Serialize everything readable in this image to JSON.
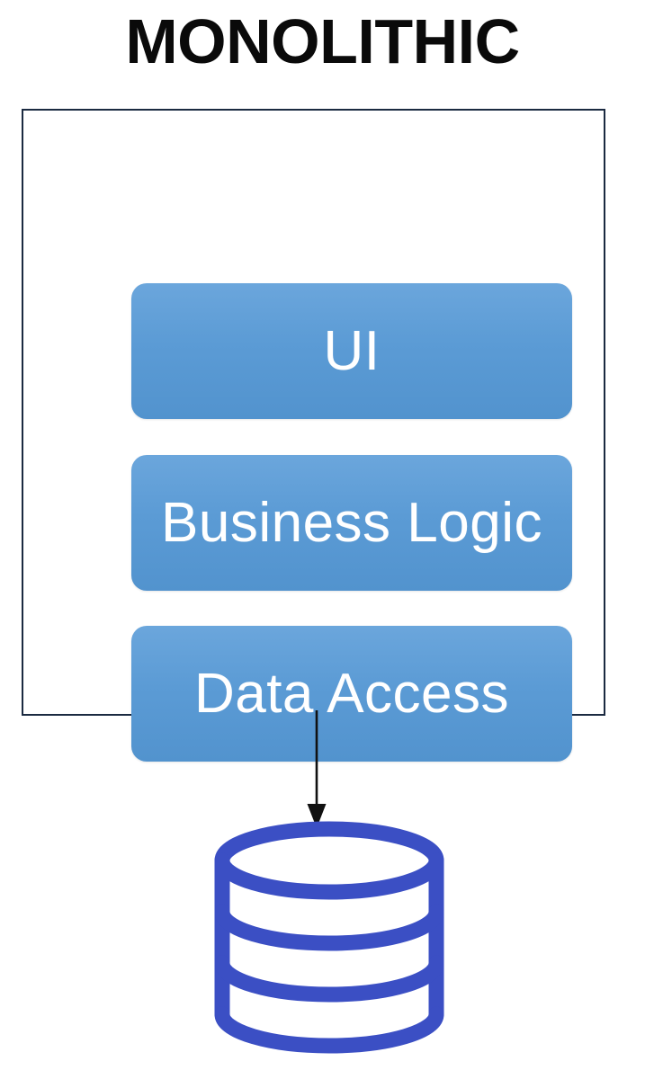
{
  "diagram": {
    "title": "MONOLITHIC",
    "type": "architecture-diagram",
    "background_color": "#ffffff",
    "title_color": "#0a0a0a"
  },
  "container": {
    "name": "monolith-boundary",
    "border_color": "#1b2a41",
    "fill_color": "#ffffff"
  },
  "layers": [
    {
      "label": "UI",
      "fill_color": "#5B9BD5",
      "text_color": "#ffffff"
    },
    {
      "label": "Business Logic",
      "fill_color": "#5B9BD5",
      "text_color": "#ffffff"
    },
    {
      "label": "Data Access",
      "fill_color": "#5B9BD5",
      "text_color": "#ffffff"
    }
  ],
  "connector": {
    "name": "arrow-down",
    "direction": "down",
    "from": "monolith-boundary",
    "to": "database",
    "color": "#111111"
  },
  "database": {
    "label": "",
    "icon": "database-cylinder-icon",
    "stroke_color": "#3B4FC4"
  }
}
